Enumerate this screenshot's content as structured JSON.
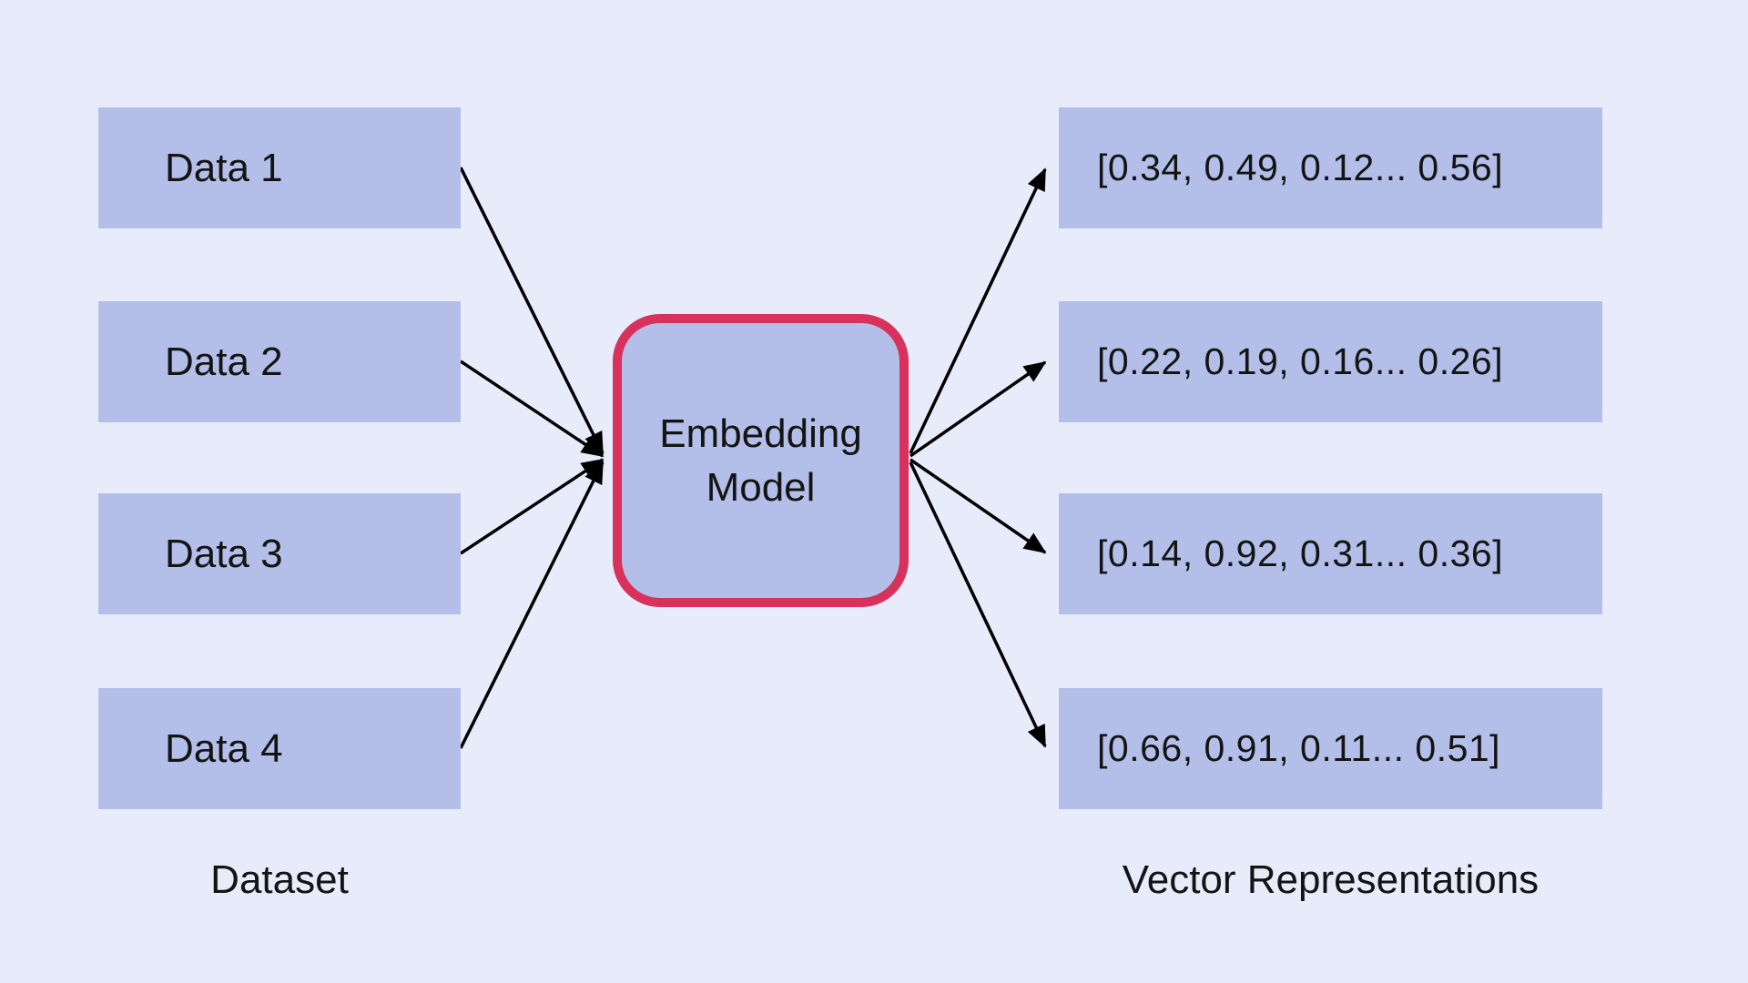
{
  "diagram": {
    "dataset_items": [
      {
        "label": "Data 1"
      },
      {
        "label": "Data 2"
      },
      {
        "label": "Data 3"
      },
      {
        "label": "Data 4"
      }
    ],
    "model": {
      "label_line1": "Embedding",
      "label_line2": "Model"
    },
    "vectors": [
      {
        "label": "[0.34, 0.49, 0.12... 0.56]"
      },
      {
        "label": "[0.22, 0.19, 0.16... 0.26]"
      },
      {
        "label": "[0.14, 0.92, 0.31... 0.36]"
      },
      {
        "label": "[0.66, 0.91, 0.11... 0.51]"
      }
    ],
    "left_caption": "Dataset",
    "right_caption": "Vector Representations",
    "colors": {
      "background": "#e8ecfa",
      "box_fill": "#b3bfe8",
      "model_border": "#d8315b",
      "arrow": "#000000",
      "text": "#141414"
    }
  }
}
